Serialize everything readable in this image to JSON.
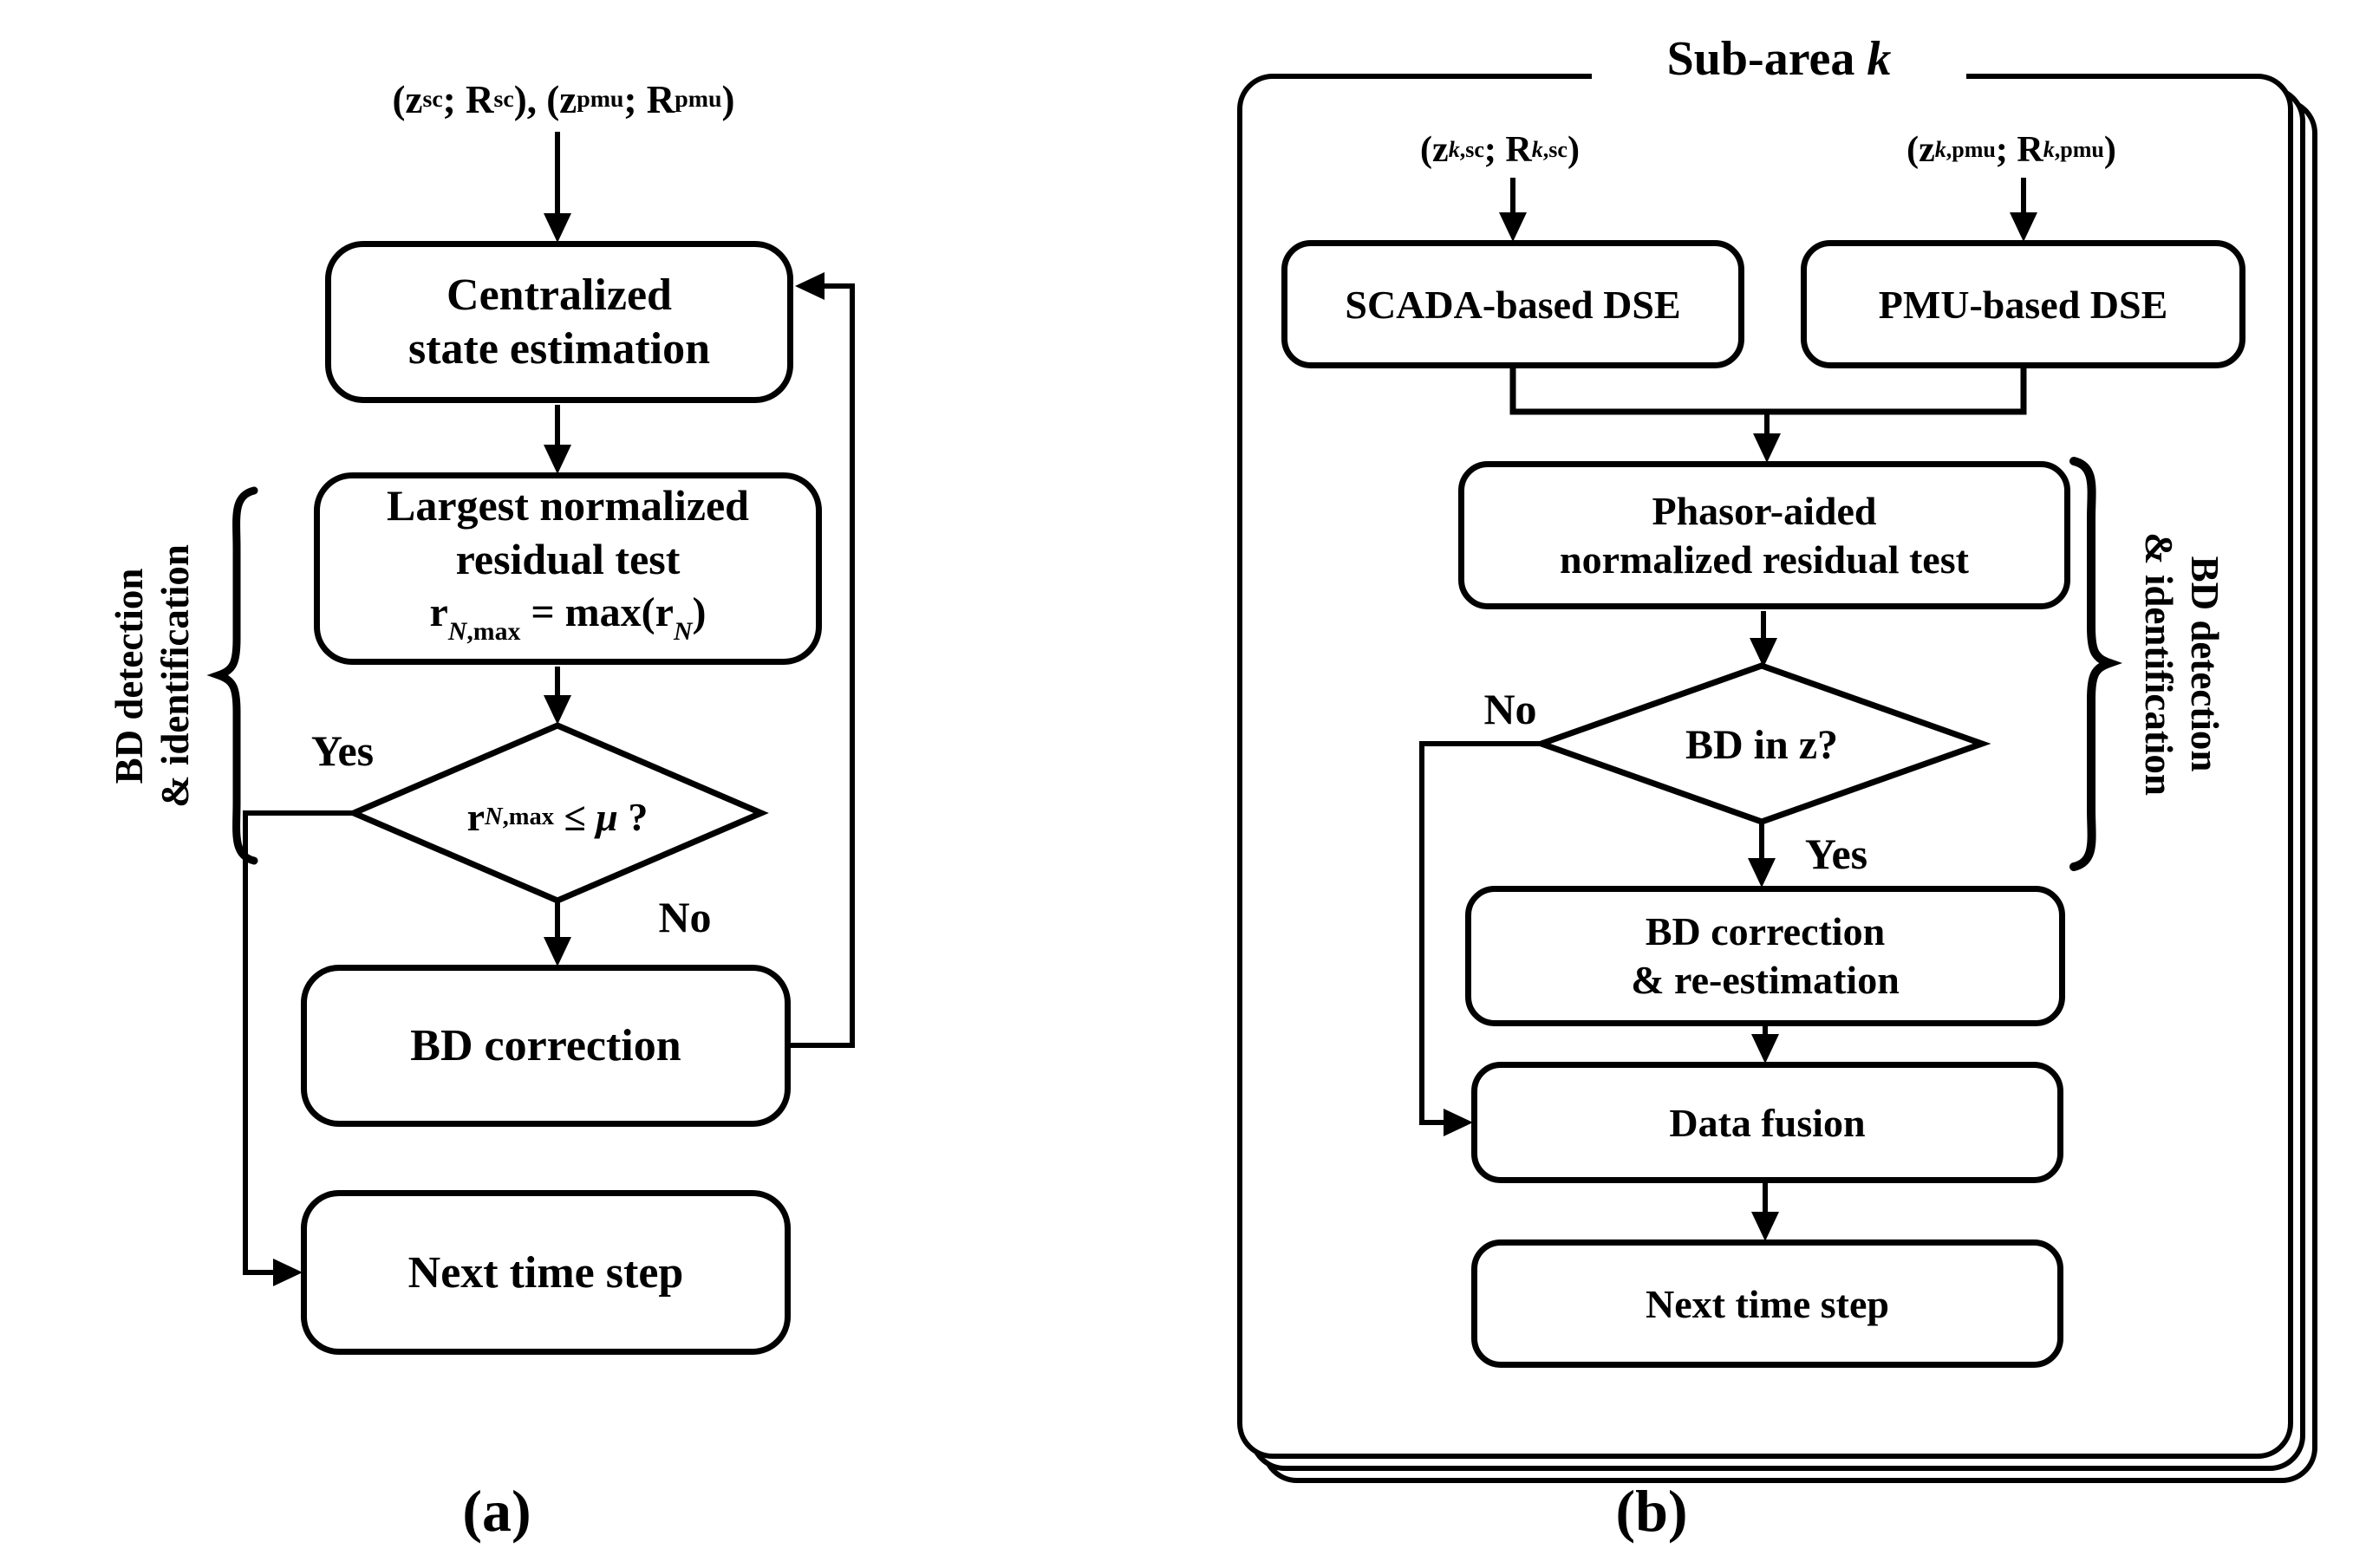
{
  "figure": {
    "caption_a": "(a)",
    "caption_b": "(b)"
  },
  "flowchart_a": {
    "input_runs": [
      {
        "t": "(",
        "s": "b"
      },
      {
        "t": "z",
        "s": "b"
      },
      {
        "t": "sc",
        "s": "sub"
      },
      {
        "t": "; ",
        "s": "b"
      },
      {
        "t": "R",
        "s": "b"
      },
      {
        "t": "sc",
        "s": "sub"
      },
      {
        "t": "), (",
        "s": "b"
      },
      {
        "t": "z",
        "s": "b"
      },
      {
        "t": "pmu",
        "s": "sub"
      },
      {
        "t": "; ",
        "s": "b"
      },
      {
        "t": "R",
        "s": "b"
      },
      {
        "t": "pmu",
        "s": "sub"
      },
      {
        "t": ")",
        "s": "b"
      }
    ],
    "box_centralized": {
      "line1": "Centralized",
      "line2": "state estimation"
    },
    "box_residual_test": {
      "line1": "Largest normalized",
      "line2": "residual test",
      "line3_runs": [
        {
          "t": "r",
          "s": "b"
        },
        {
          "t": "N",
          "s": "subi"
        },
        {
          "t": ",max",
          "s": "sub"
        },
        {
          "t": " = max(",
          "s": "b"
        },
        {
          "t": "r",
          "s": "b"
        },
        {
          "t": "N",
          "s": "subi"
        },
        {
          "t": ")",
          "s": "b"
        }
      ]
    },
    "decision_runs": [
      {
        "t": "r",
        "s": "b"
      },
      {
        "t": "N",
        "s": "subi"
      },
      {
        "t": ",max",
        "s": "sub"
      },
      {
        "t": " ≤ ",
        "s": "b"
      },
      {
        "t": "μ",
        "s": "bi"
      },
      {
        "t": " ?",
        "s": "b"
      }
    ],
    "label_yes": "Yes",
    "label_no": "No",
    "box_bd_correction": "BD correction",
    "box_next_step": "Next time step",
    "side_label": {
      "line1": "BD detection",
      "line2": "& identification"
    }
  },
  "flowchart_b": {
    "title_runs": [
      {
        "t": "Sub-area ",
        "s": "b"
      },
      {
        "t": "k",
        "s": "bi"
      }
    ],
    "input_sc_runs": [
      {
        "t": "(",
        "s": "b"
      },
      {
        "t": "z",
        "s": "b"
      },
      {
        "t": "k",
        "s": "subi"
      },
      {
        "t": ",sc",
        "s": "sub"
      },
      {
        "t": "; ",
        "s": "b"
      },
      {
        "t": "R",
        "s": "b"
      },
      {
        "t": "k",
        "s": "subi"
      },
      {
        "t": ",sc",
        "s": "sub"
      },
      {
        "t": ")",
        "s": "b"
      }
    ],
    "input_pmu_runs": [
      {
        "t": "(",
        "s": "b"
      },
      {
        "t": "z",
        "s": "b"
      },
      {
        "t": "k",
        "s": "subi"
      },
      {
        "t": ",pmu",
        "s": "sub"
      },
      {
        "t": "; ",
        "s": "b"
      },
      {
        "t": "R",
        "s": "b"
      },
      {
        "t": "k",
        "s": "subi"
      },
      {
        "t": ",pmu",
        "s": "sub"
      },
      {
        "t": ")",
        "s": "b"
      }
    ],
    "box_scada": "SCADA-based DSE",
    "box_pmu": "PMU-based DSE",
    "box_phasor": {
      "line1": "Phasor-aided",
      "line2": "normalized residual test"
    },
    "decision": "BD in z?",
    "label_no": "No",
    "label_yes": "Yes",
    "box_bd_correction": {
      "line1": "BD correction",
      "line2": "& re-estimation"
    },
    "box_data_fusion": "Data fusion",
    "box_next_step": "Next time step",
    "side_label": {
      "line1": "BD detection",
      "line2": "& identification"
    }
  }
}
